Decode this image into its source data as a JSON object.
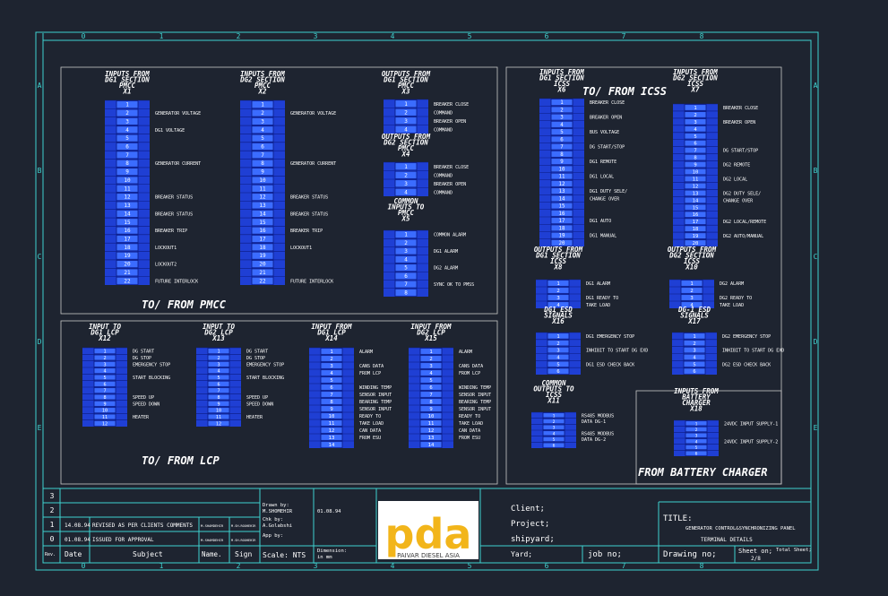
{
  "colors": {
    "background": "#1e2430",
    "frame": "#3fd2cf",
    "terminal": "#1f3fd4",
    "terminal_cell": "#3b6cff",
    "text": "#ffffff",
    "logo_yellow": "#f2b51a",
    "logo_dark": "#3a3a3a"
  },
  "ruler": {
    "columns": [
      "0",
      "1",
      "2",
      "3",
      "4",
      "5",
      "6",
      "7",
      "8"
    ],
    "rows": [
      "A",
      "B",
      "C",
      "D",
      "E"
    ]
  },
  "panels": {
    "pmcc": {
      "label": "TO/ FROM PMCC"
    },
    "lcp": {
      "label": "TO/ FROM LCP"
    },
    "icss": {
      "label": "TO/ FROM ICSS"
    },
    "battery": {
      "label": "FROM BATTERY CHARGER"
    }
  },
  "strips": [
    {
      "id": "x1",
      "title": [
        "INPUTS FROM",
        "DG1 SECTION",
        "PMCC",
        "X1"
      ],
      "rows": 22,
      "labels": [
        [
          "GENERATOR VOLTAGE",
          1
        ],
        [
          "DG1 VOLTAGE",
          3
        ],
        [
          "GENERATOR CURRENT",
          7
        ],
        [
          "BREAKER STATUS",
          11
        ],
        [
          "BREAKER STATUS",
          13
        ],
        [
          "BREAKER TRIP",
          15
        ],
        [
          "LOCKOUT1",
          17
        ],
        [
          "LOCKOUT2",
          19
        ],
        [
          "FUTURE INTERLOCK",
          21
        ]
      ]
    },
    {
      "id": "x2",
      "title": [
        "INPUTS FROM",
        "DG2 SECTION",
        "PMCC",
        "X2"
      ],
      "rows": 22,
      "labels": [
        [
          "GENERATOR VOLTAGE",
          1
        ],
        [
          "GENERATOR CURRENT",
          7
        ],
        [
          "BREAKER STATUS",
          11
        ],
        [
          "BREAKER STATUS",
          13
        ],
        [
          "BREAKER TRIP",
          15
        ],
        [
          "LOCKOUT1",
          17
        ],
        [
          "FUTURE INTERLOCK",
          21
        ]
      ]
    },
    {
      "id": "x3",
      "title": [
        "OUTPUTS FROM",
        "DG1 SECTION",
        "PMCC",
        "X3"
      ],
      "rows": 4,
      "labels": [
        [
          "BREAKER CLOSE",
          0
        ],
        [
          "COMMAND",
          1
        ],
        [
          "BREAKER OPEN",
          2
        ],
        [
          "COMMAND",
          3
        ]
      ]
    },
    {
      "id": "x4",
      "title": [
        "OUTPUTS FROM",
        "DG2 SECTION",
        "PMCC",
        "X4"
      ],
      "rows": 4,
      "labels": [
        [
          "BREAKER CLOSE",
          0
        ],
        [
          "COMMAND",
          1
        ],
        [
          "BREAKER OPEN",
          2
        ],
        [
          "COMMAND",
          3
        ]
      ]
    },
    {
      "id": "x5",
      "title": [
        "COMMON",
        "INPUTS TO",
        "PMCC",
        "X5"
      ],
      "rows": 8,
      "labels": [
        [
          "COMMON ALARM",
          0
        ],
        [
          "DG1 ALARM",
          2
        ],
        [
          "DG2 ALARM",
          4
        ],
        [
          "SYNC OK TO PMSS",
          6
        ]
      ]
    },
    {
      "id": "x12",
      "title": [
        "INPUT TO",
        "DG1 LCP",
        "X12"
      ],
      "rows": 12,
      "labels": [
        [
          "DG START",
          0
        ],
        [
          "DG STOP",
          1
        ],
        [
          "EMERGENCY STOP",
          2
        ],
        [
          "START BLOCKING",
          4
        ],
        [
          "SPEED UP",
          7
        ],
        [
          "SPEED DOWN",
          8
        ],
        [
          "HEATER",
          10
        ]
      ]
    },
    {
      "id": "x13",
      "title": [
        "INPUT TO",
        "DG2 LCP",
        "X13"
      ],
      "rows": 12,
      "labels": [
        [
          "DG START",
          0
        ],
        [
          "DG STOP",
          1
        ],
        [
          "EMERGENCY STOP",
          2
        ],
        [
          "START BLOCKING",
          4
        ],
        [
          "SPEED UP",
          7
        ],
        [
          "SPEED DOWN",
          8
        ],
        [
          "HEATER",
          10
        ]
      ]
    },
    {
      "id": "x14",
      "title": [
        "INPUT FROM",
        "DG1 LCP",
        "X14"
      ],
      "rows": 14,
      "labels": [
        [
          "ALARM",
          0
        ],
        [
          "CANS DATA",
          2
        ],
        [
          "FROM LCP",
          3
        ],
        [
          "WINDING TEMP",
          5
        ],
        [
          "SENSOR INPUT",
          6
        ],
        [
          "BEARING TEMP",
          7
        ],
        [
          "SENSOR INPUT",
          8
        ],
        [
          "READY TO",
          9
        ],
        [
          "TAKE LOAD",
          10
        ],
        [
          "CAN DATA",
          11
        ],
        [
          "FROM ESU",
          12
        ]
      ]
    },
    {
      "id": "x15",
      "title": [
        "INPUT FROM",
        "DG2 LCP",
        "X15"
      ],
      "rows": 14,
      "labels": [
        [
          "ALARM",
          0
        ],
        [
          "CANS DATA",
          2
        ],
        [
          "FROM LCP",
          3
        ],
        [
          "WINDING TEMP",
          5
        ],
        [
          "SENSOR INPUT",
          6
        ],
        [
          "BEARING TEMP",
          7
        ],
        [
          "SENSOR INPUT",
          8
        ],
        [
          "READY TO",
          9
        ],
        [
          "TAKE LOAD",
          10
        ],
        [
          "CAN DATA",
          11
        ],
        [
          "FROM ESU",
          12
        ]
      ]
    },
    {
      "id": "x6",
      "title": [
        "INPUTS FROM",
        "DG1 SECTION",
        "ICSS",
        "X6"
      ],
      "rows": 20,
      "labels": [
        [
          "BREAKER CLOSE",
          0
        ],
        [
          "BREAKER OPEN",
          2
        ],
        [
          "BUS VOLTAGE",
          4
        ],
        [
          "DG START/STOP",
          6
        ],
        [
          "DG1 REMOTE",
          8
        ],
        [
          "DG1 LOCAL",
          10
        ],
        [
          "DG1 DUTY SELE/",
          12
        ],
        [
          "CHANGE OVER",
          13
        ],
        [
          "DG1 AUTO",
          16
        ],
        [
          "DG1 MANUAL",
          18
        ]
      ]
    },
    {
      "id": "x7",
      "title": [
        "INPUTS FROM",
        "DG2 SECTION",
        "ICSS",
        "X7"
      ],
      "rows": 20,
      "labels": [
        [
          "BREAKER CLOSE",
          0
        ],
        [
          "BREAKER OPEN",
          2
        ],
        [
          "DG START/STOP",
          6
        ],
        [
          "DG2 REMOTE",
          8
        ],
        [
          "DG2 LOCAL",
          10
        ],
        [
          "DG2 DUTY SELE/",
          12
        ],
        [
          "CHANGE OVER",
          13
        ],
        [
          "DG2 LOCAL/REMOTE",
          16
        ],
        [
          "DG2 AUTO/MANUAL",
          18
        ]
      ]
    },
    {
      "id": "x8",
      "title": [
        "OUTPUTS FROM",
        "DG1 SECTION",
        "ICSS",
        "X8"
      ],
      "rows": 4,
      "labels": [
        [
          "DG1 ALARM",
          0
        ],
        [
          "DG1 READY TO",
          2
        ],
        [
          "TAKE LOAD",
          3
        ]
      ]
    },
    {
      "id": "x10",
      "title": [
        "OUTPUTS FROM",
        "DG2 SECTION",
        "ICSS",
        "X10"
      ],
      "rows": 4,
      "labels": [
        [
          "DG2 ALARM",
          0
        ],
        [
          "DG2 READY TO",
          2
        ],
        [
          "TAKE LOAD",
          3
        ]
      ]
    },
    {
      "id": "x16",
      "title": [
        "DG1 ESD",
        "SIGNALS",
        "X16"
      ],
      "rows": 6,
      "labels": [
        [
          "DG1 EMERGENCY STOP",
          0
        ],
        [
          "INHIBIT TO START DG EXD",
          2
        ],
        [
          "DG1 ESD CHECK BACK",
          4
        ]
      ]
    },
    {
      "id": "x17",
      "title": [
        "DG-1 ESD",
        "SIGNALS",
        "X17"
      ],
      "rows": 6,
      "labels": [
        [
          "DG2 EMERGENCY STOP",
          0
        ],
        [
          "INHIBIT TO START DG EXD",
          2
        ],
        [
          "DG2 ESD CHECK BACK",
          4
        ]
      ]
    },
    {
      "id": "x11",
      "title": [
        "COMMON",
        "OUTPUTS TO",
        "ICSS",
        "X11"
      ],
      "rows": 6,
      "labels": [
        [
          "RS485 MODBUS",
          0
        ],
        [
          "DATA DG-1",
          1
        ],
        [
          "RS485 MODBUS",
          3
        ],
        [
          "DATA DG-2",
          4
        ]
      ]
    },
    {
      "id": "x18",
      "title": [
        "INPUTS FROM",
        "BATTERY",
        "CHARGER",
        "X18"
      ],
      "rows": 6,
      "labels": [
        [
          "24VDC INPUT SUPPLY-1",
          0
        ],
        [
          "24VDC INPUT SUPPLY-2",
          3
        ]
      ]
    }
  ],
  "title_block": {
    "rev_rows": [
      {
        "rev": "3",
        "date": "",
        "subject": "",
        "name": "",
        "sign": ""
      },
      {
        "rev": "2",
        "date": "",
        "subject": "",
        "name": "",
        "sign": ""
      },
      {
        "rev": "1",
        "date": "14.08.94",
        "subject": "REVISED AS PER CLIENTS COMMENTS",
        "name": "M.SHAMDEHIR",
        "sign": "M.SH-ROOHEHIR"
      },
      {
        "rev": "0",
        "date": "01.08.94",
        "subject": "ISSUED FOR APPROVAL",
        "name": "M.SHAMDEHIR",
        "sign": "M.SH-ROOHEHIR"
      }
    ],
    "headers": {
      "rev": "Rev.",
      "date": "Date",
      "subject": "Subject",
      "name": "Name.",
      "sign": "Sign"
    },
    "drawn_by": "Drawn by:",
    "drawn_name": "M.SHOMEHIR",
    "drawn_date": "01.08.94",
    "chk_by": "Chk by:",
    "chk_name": "A.Golabshi",
    "app_by": "App by:",
    "scale": "Scale: NTS",
    "dimension": "Dimension:",
    "dimension_unit": "in mm",
    "client": "Client;",
    "project": "Project;",
    "shipyard": "shipyard;",
    "yard": "Yard;",
    "job_no": "job no;",
    "drawing_no": "Drawing no;",
    "title_label": "TITLE:",
    "title_line1": "GENERATOR CONTROL&SYNCHRONIZING PANEL",
    "title_line2": "TERMINAL DETAILS",
    "sheet_on": "Sheet on;",
    "total_sheet": "Total Sheet;",
    "sheet_value": "2/8",
    "logo_text": "pda",
    "logo_caption": "PAIVAR DIESEL ASIA"
  }
}
